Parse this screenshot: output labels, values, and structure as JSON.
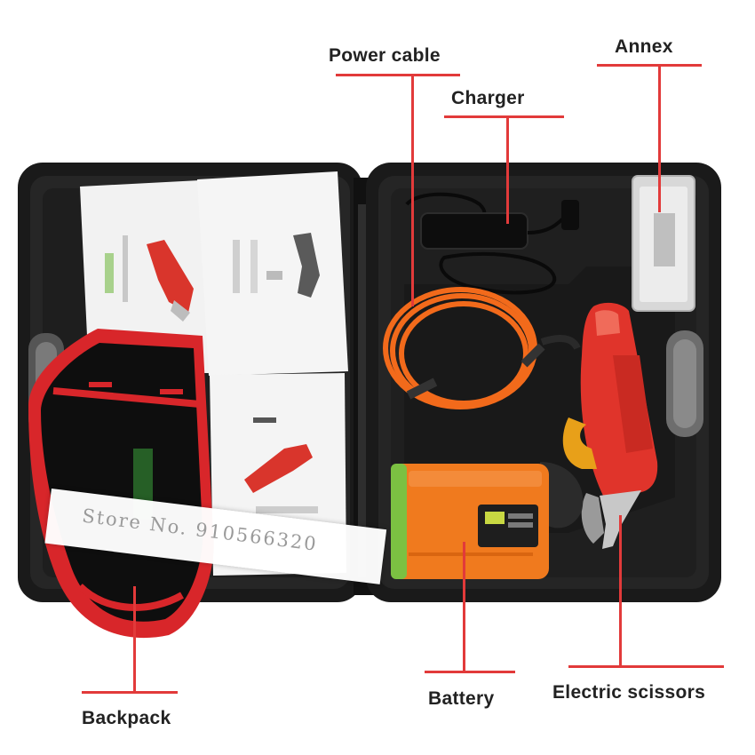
{
  "labels": {
    "power_cable": "Power cable",
    "charger": "Charger",
    "annex": "Annex",
    "backpack": "Backpack",
    "battery": "Battery",
    "electric_scissors": "Electric scissors"
  },
  "watermark": "Store No. 910566320",
  "colors": {
    "leader_line": "#e23a3a",
    "case": "#1c1c1c",
    "scissors_body": "#e0342b",
    "battery_body": "#f07a1e",
    "battery_accent": "#7bc142",
    "cable": "#f26a1b"
  }
}
